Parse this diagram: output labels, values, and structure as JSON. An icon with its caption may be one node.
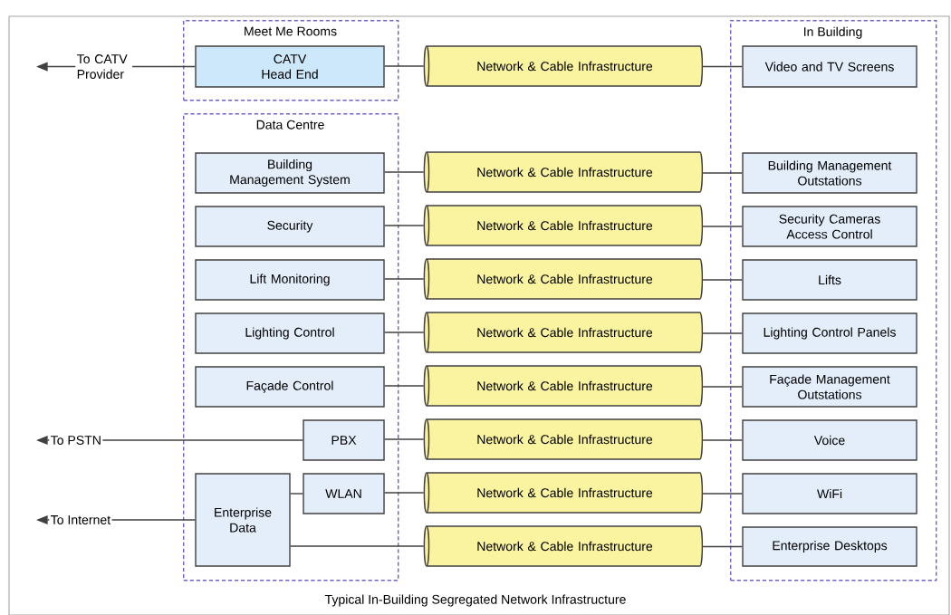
{
  "diagram": {
    "caption": "Typical In-Building Segregated Network Infrastructure",
    "nodes": [
      {
        "text": [
          "Meet Me Rooms"
        ]
      },
      {
        "text": [
          "CATV Head End"
        ],
        "in": 0
      },
      {
        "text": [
          "Data Centre"
        ]
      },
      {
        "text": [
          "Building Management System"
        ],
        "in": 2
      },
      {
        "text": [
          "Security"
        ],
        "in": 2
      },
      {
        "text": [
          "Lift Monitoring"
        ],
        "in": 2
      },
      {
        "text": [
          "Lighting Control"
        ],
        "in": 2
      },
      {
        "text": [
          "Façade Control"
        ],
        "in": 2
      },
      {
        "text": [
          "PBX"
        ],
        "in": 2
      },
      {
        "text": [
          "WLAN"
        ],
        "in": 2
      },
      {
        "text": [
          "Enterprise Data"
        ],
        "in": 2
      },
      {
        "text": [
          "In Building"
        ]
      },
      {
        "text": [
          "Video and TV Screens"
        ],
        "in": 11
      },
      {
        "text": [
          "Building Management Outstations"
        ],
        "in": 11
      },
      {
        "text": [
          "Security Cameras Access Control"
        ],
        "in": 11
      },
      {
        "text": [
          "Lifts"
        ],
        "in": 11
      },
      {
        "text": [
          "Lighting Control Panels"
        ],
        "in": 11
      },
      {
        "text": [
          "Façade Management Outstations"
        ],
        "in": 11
      },
      {
        "text": [
          "Voice"
        ],
        "in": 11
      },
      {
        "text": [
          "WiFi"
        ],
        "in": 11
      },
      {
        "text": [
          "Enterprise Desktops"
        ],
        "in": 11
      },
      {
        "text": [
          "Network & Cable Infrastructure"
        ]
      },
      {
        "text": [
          "Network & Cable Infrastructure"
        ]
      },
      {
        "text": [
          "Network & Cable Infrastructure"
        ]
      },
      {
        "text": [
          "Network & Cable Infrastructure"
        ]
      },
      {
        "text": [
          "Network & Cable Infrastructure"
        ]
      },
      {
        "text": [
          "Network & Cable Infrastructure"
        ]
      },
      {
        "text": [
          "Network & Cable Infrastructure"
        ]
      },
      {
        "text": [
          "Network & Cable Infrastructure"
        ]
      },
      {
        "text": [
          "Network & Cable Infrastructure"
        ]
      }
    ],
    "edges": [
      {
        "from": 1,
        "to": null,
        "arrow": "to",
        "label": "To CATV Provider"
      },
      {
        "from": 8,
        "to": null,
        "arrow": "to",
        "label": "To PSTN"
      },
      {
        "from": 10,
        "to": null,
        "arrow": "to",
        "label": "To Internet"
      },
      {
        "from": 10,
        "to": 9,
        "arrow": "none"
      },
      {
        "from": 1,
        "to": 21,
        "arrow": "none"
      },
      {
        "from": 3,
        "to": 22,
        "arrow": "none"
      },
      {
        "from": 4,
        "to": 23,
        "arrow": "none"
      },
      {
        "from": 5,
        "to": 24,
        "arrow": "none"
      },
      {
        "from": 6,
        "to": 25,
        "arrow": "none"
      },
      {
        "from": 7,
        "to": 26,
        "arrow": "none"
      },
      {
        "from": 8,
        "to": 27,
        "arrow": "none"
      },
      {
        "from": 9,
        "to": 28,
        "arrow": "none"
      },
      {
        "from": 10,
        "to": 29,
        "arrow": "none"
      },
      {
        "from": 21,
        "to": 12,
        "arrow": "none"
      },
      {
        "from": 22,
        "to": 13,
        "arrow": "none"
      },
      {
        "from": 23,
        "to": 14,
        "arrow": "none"
      },
      {
        "from": 24,
        "to": 15,
        "arrow": "none"
      },
      {
        "from": 25,
        "to": 16,
        "arrow": "none"
      },
      {
        "from": 26,
        "to": 17,
        "arrow": "none"
      },
      {
        "from": 27,
        "to": 18,
        "arrow": "none"
      },
      {
        "from": 28,
        "to": 19,
        "arrow": "none"
      },
      {
        "from": 29,
        "to": 20,
        "arrow": "none"
      }
    ]
  }
}
